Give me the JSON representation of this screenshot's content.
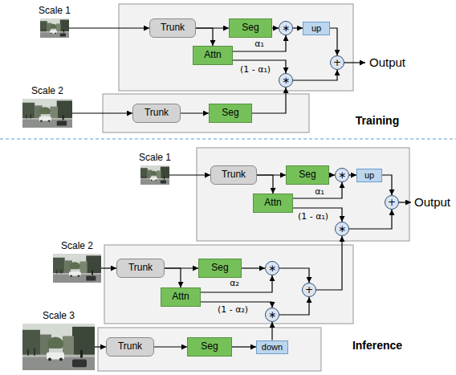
{
  "diagram": {
    "nodes": [
      {
        "text": [
          "Scale 1"
        ]
      },
      {
        "text": [
          "Trunk"
        ]
      },
      {
        "text": [
          "Seg"
        ]
      },
      {
        "text": [
          "Attn"
        ]
      },
      {
        "text": [
          "∗"
        ]
      },
      {
        "text": [
          "up"
        ]
      },
      {
        "text": [
          "+"
        ]
      },
      {
        "text": [
          "∗"
        ]
      },
      {
        "text": [
          "Scale 2"
        ]
      },
      {
        "text": [
          "Trunk"
        ]
      },
      {
        "text": [
          "Seg"
        ]
      },
      {
        "text": [
          "Scale 1"
        ]
      },
      {
        "text": [
          "Trunk"
        ]
      },
      {
        "text": [
          "Seg"
        ]
      },
      {
        "text": [
          "Attn"
        ]
      },
      {
        "text": [
          "∗"
        ]
      },
      {
        "text": [
          "up"
        ]
      },
      {
        "text": [
          "+"
        ]
      },
      {
        "text": [
          "∗"
        ]
      },
      {
        "text": [
          "Scale 2"
        ]
      },
      {
        "text": [
          "Trunk"
        ]
      },
      {
        "text": [
          "Seg"
        ]
      },
      {
        "text": [
          "Attn"
        ]
      },
      {
        "text": [
          "∗"
        ]
      },
      {
        "text": [
          "+"
        ]
      },
      {
        "text": [
          "∗"
        ]
      },
      {
        "text": [
          "Scale 3"
        ]
      },
      {
        "text": [
          "Trunk"
        ]
      },
      {
        "text": [
          "Seg"
        ]
      },
      {
        "text": [
          "down"
        ]
      }
    ],
    "edges": [
      {
        "from": 0,
        "to": 1,
        "arrow": "to"
      },
      {
        "from": 1,
        "to": 2,
        "arrow": "to"
      },
      {
        "from": 1,
        "to": 3,
        "arrow": "to"
      },
      {
        "from": 2,
        "to": 4,
        "arrow": "to"
      },
      {
        "from": 3,
        "to": 4,
        "label": "α₁",
        "arrow": "to"
      },
      {
        "from": 4,
        "to": 5,
        "arrow": "to"
      },
      {
        "from": 5,
        "to": 6,
        "arrow": "to"
      },
      {
        "from": 3,
        "to": 7,
        "label": "(1 - α₁)",
        "arrow": "to"
      },
      {
        "from": 8,
        "to": 9,
        "arrow": "to"
      },
      {
        "from": 9,
        "to": 10,
        "arrow": "to"
      },
      {
        "from": 10,
        "to": 7,
        "arrow": "to"
      },
      {
        "from": 7,
        "to": 6,
        "arrow": "to"
      },
      {
        "from": 11,
        "to": 12,
        "arrow": "to"
      },
      {
        "from": 12,
        "to": 13,
        "arrow": "to"
      },
      {
        "from": 12,
        "to": 14,
        "arrow": "to"
      },
      {
        "from": 13,
        "to": 15,
        "arrow": "to"
      },
      {
        "from": 14,
        "to": 15,
        "label": "α₁",
        "arrow": "to"
      },
      {
        "from": 15,
        "to": 16,
        "arrow": "to"
      },
      {
        "from": 16,
        "to": 17,
        "arrow": "to"
      },
      {
        "from": 14,
        "to": 18,
        "label": "(1 - α₁)",
        "arrow": "to"
      },
      {
        "from": 18,
        "to": 17,
        "arrow": "to"
      },
      {
        "from": 19,
        "to": 20,
        "arrow": "to"
      },
      {
        "from": 20,
        "to": 21,
        "arrow": "to"
      },
      {
        "from": 20,
        "to": 22,
        "arrow": "to"
      },
      {
        "from": 21,
        "to": 23,
        "arrow": "to"
      },
      {
        "from": 22,
        "to": 23,
        "label": "α₂",
        "arrow": "to"
      },
      {
        "from": 23,
        "to": 24,
        "arrow": "to"
      },
      {
        "from": 22,
        "to": 25,
        "label": "(1 - α₂)",
        "arrow": "to"
      },
      {
        "from": 25,
        "to": 24,
        "arrow": "to"
      },
      {
        "from": 24,
        "to": 18,
        "arrow": "to"
      },
      {
        "from": 26,
        "to": 27,
        "arrow": "to"
      },
      {
        "from": 27,
        "to": 28,
        "arrow": "to"
      },
      {
        "from": 28,
        "to": 29,
        "arrow": "to"
      },
      {
        "from": 29,
        "to": 25,
        "arrow": "to"
      }
    ],
    "labels": [
      "Output",
      "Training",
      "Output",
      "Inference"
    ]
  }
}
